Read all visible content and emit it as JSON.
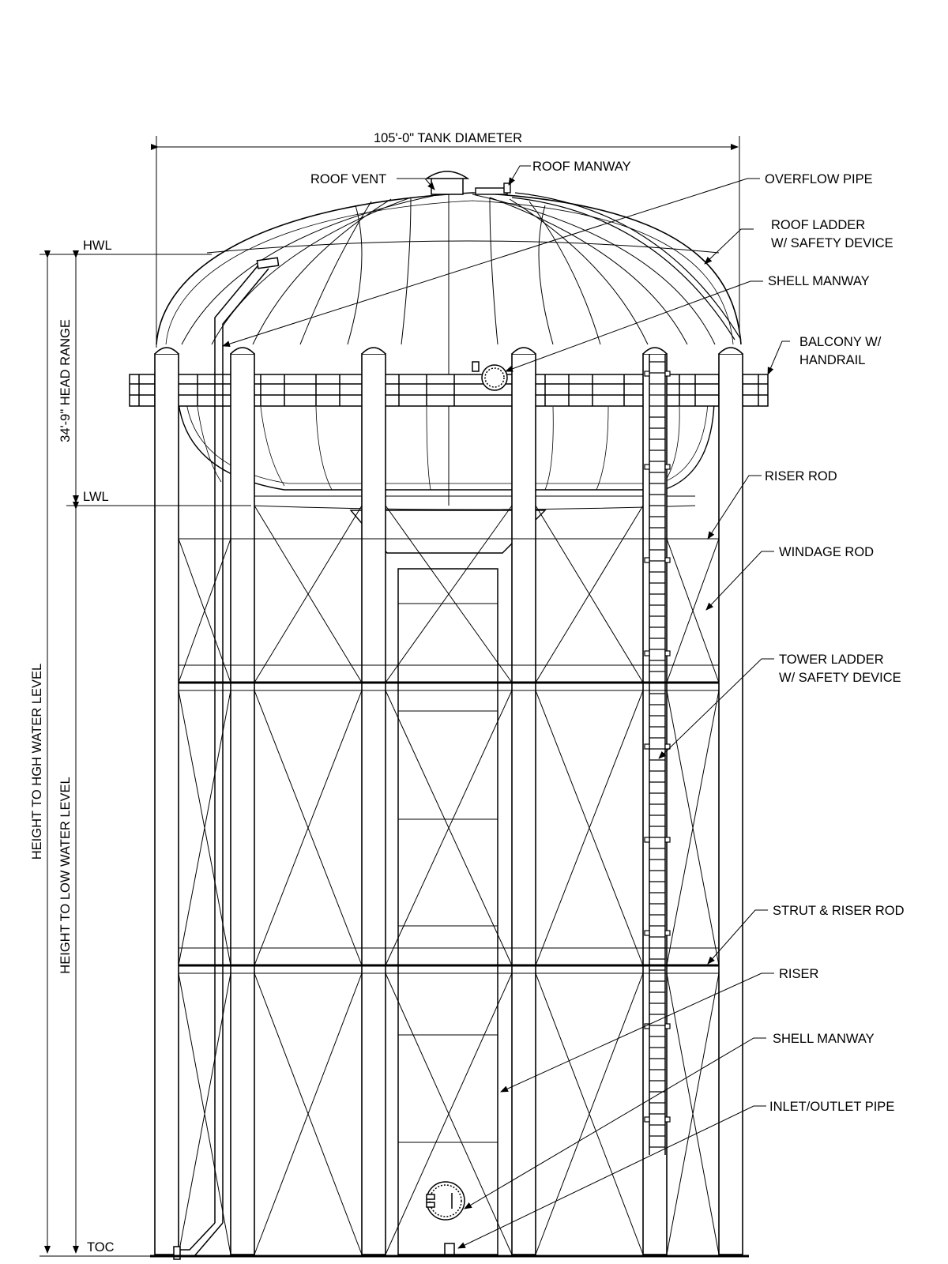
{
  "dimensions": {
    "tank_diameter": "105'-0\" TANK DIAMETER",
    "head_range": "34'-9\" HEAD RANGE",
    "height_high": "HEIGHT TO HGH WATER LEVEL",
    "height_low": "HEIGHT TO LOW WATER LEVEL"
  },
  "levels": {
    "hwl": "HWL",
    "lwl": "LWL",
    "toc": "TOC"
  },
  "callouts": {
    "roof_vent": "ROOF VENT",
    "roof_manway": "ROOF MANWAY",
    "overflow_pipe": "OVERFLOW PIPE",
    "roof_ladder_1": "ROOF LADDER",
    "roof_ladder_2": "W/ SAFETY DEVICE",
    "shell_manway_top": "SHELL MANWAY",
    "balcony_1": "BALCONY W/",
    "balcony_2": "HANDRAIL",
    "riser_rod": "RISER ROD",
    "windage_rod": "WINDAGE ROD",
    "tower_ladder_1": "TOWER LADDER",
    "tower_ladder_2": "W/ SAFETY DEVICE",
    "strut_riser_rod": "STRUT & RISER ROD",
    "riser": "RISER",
    "shell_manway_bottom": "SHELL MANWAY",
    "inlet_outlet": "INLET/OUTLET PIPE"
  },
  "colors": {
    "line": "#000000",
    "background": "#ffffff"
  }
}
